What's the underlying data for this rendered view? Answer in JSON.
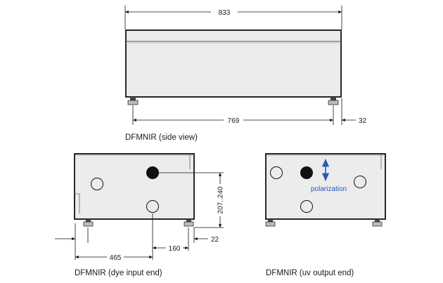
{
  "side_view": {
    "caption": "DFMNIR (side view)",
    "dim_overall": "833",
    "dim_feet": "769",
    "dim_offset": "32"
  },
  "dye_input_end": {
    "caption": "DFMNIR (dye input end)",
    "dim_width": "465",
    "dim_port_offset": "160",
    "dim_edge_offset": "22",
    "dim_height": "207..240"
  },
  "uv_output_end": {
    "caption": "DFMNIR (uv output end)",
    "polarization_label": "polarization"
  },
  "colors": {
    "body_fill": "#ececec",
    "outline": "#111111",
    "port_dark": "#111111",
    "arrow_blue": "#2b57b8"
  }
}
